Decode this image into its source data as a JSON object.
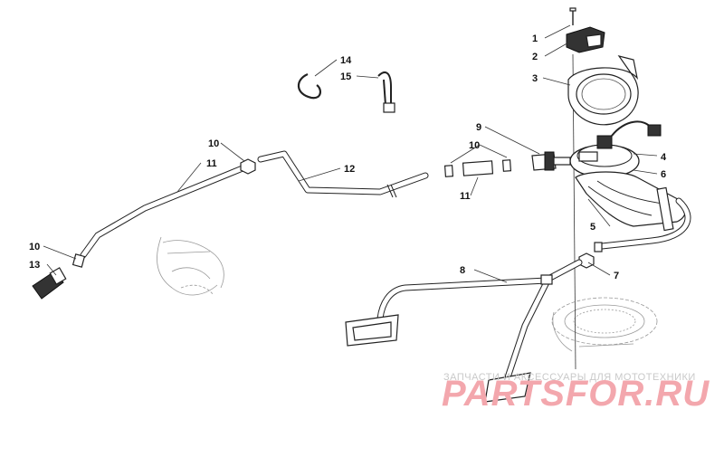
{
  "callouts": [
    {
      "label": "1"
    },
    {
      "label": "2"
    },
    {
      "label": "3"
    },
    {
      "label": "4"
    },
    {
      "label": "5"
    },
    {
      "label": "6"
    },
    {
      "label": "7"
    },
    {
      "label": "8"
    },
    {
      "label": "9"
    },
    {
      "label": "10"
    },
    {
      "label": "10"
    },
    {
      "label": "10"
    },
    {
      "label": "11"
    },
    {
      "label": "11"
    },
    {
      "label": "12"
    },
    {
      "label": "13"
    },
    {
      "label": "14"
    },
    {
      "label": "15"
    }
  ],
  "watermark": {
    "tagline": "ЗАПЧАСТИ И АКСЕССУАРЫ ДЛЯ МОТОТЕХНИКИ",
    "logo": "PARTSFOR.RU",
    "color": "#f3a7ad"
  }
}
